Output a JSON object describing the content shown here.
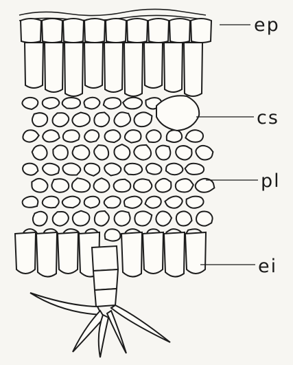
{
  "figure": {
    "labels": {
      "ep": "ep",
      "cs": "cs",
      "pl": "pl",
      "ei": "ei"
    }
  }
}
